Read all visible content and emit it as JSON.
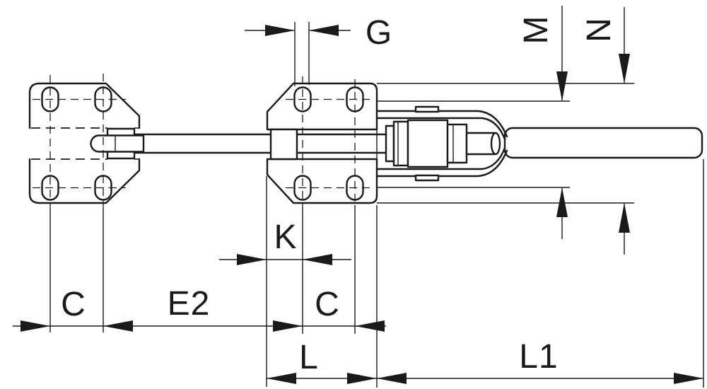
{
  "drawing": {
    "title": "toggle-clamp-dimension-drawing",
    "dimension_labels": {
      "g": "G",
      "m": "M",
      "n": "N",
      "k": "K",
      "c_left": "C",
      "e2": "E2",
      "c_middle": "C",
      "l": "L",
      "l1": "L1"
    },
    "colors": {
      "line": "#1a1a1a",
      "background": "#ffffff"
    }
  }
}
